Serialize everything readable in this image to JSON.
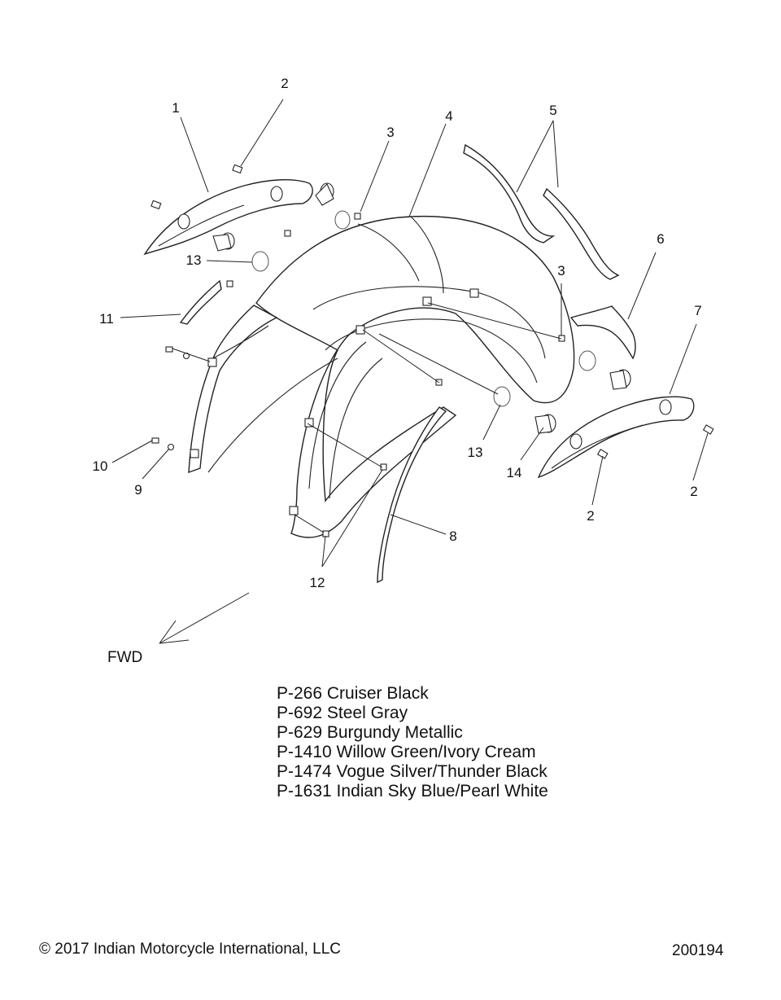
{
  "callouts": {
    "c1": "1",
    "c2a": "2",
    "c2b": "2",
    "c2c": "2",
    "c3a": "3",
    "c3b": "3",
    "c4": "4",
    "c5": "5",
    "c6": "6",
    "c7": "7",
    "c8": "8",
    "c9": "9",
    "c10": "10",
    "c11": "11",
    "c12": "12",
    "c13a": "13",
    "c13b": "13",
    "c14": "14"
  },
  "direction_label": "FWD",
  "color_options": [
    "P-266  Cruiser Black",
    "P-692 Steel Gray",
    "P-629  Burgundy Metallic",
    "P-1410 Willow Green/Ivory Cream",
    "P-1474 Vogue Silver/Thunder Black",
    "P-1631 Indian Sky Blue/Pearl White"
  ],
  "copyright": "© 2017 Indian Motorcycle International, LLC",
  "drawing_number": "200194"
}
